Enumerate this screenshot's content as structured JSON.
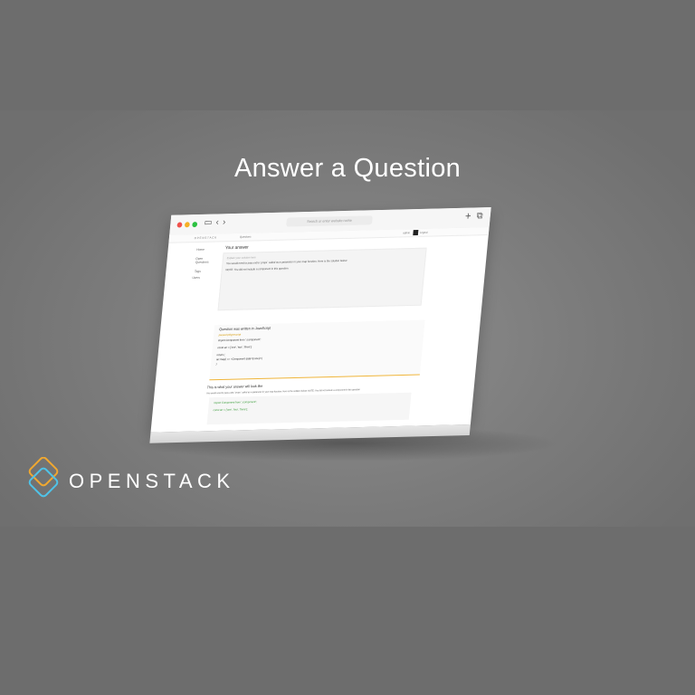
{
  "headline": "Answer a Question",
  "brand": {
    "name": "OPENSTACK",
    "colors": [
      "#f0a830",
      "#4fc3e8"
    ]
  },
  "browser": {
    "url_placeholder": "Search or enter website name",
    "tabs": {
      "brand": "OPENSTACK",
      "questions": "Questions",
      "user": "admin",
      "logout": "Logout"
    },
    "sidebar": [
      "Home",
      "Open Questions",
      "Tags",
      "Users"
    ]
  },
  "page": {
    "your_answer_title": "Your answer",
    "answer_hint": "Explain your solution here",
    "answer_line1": "You would need to pass extra `props` called as a parameter in your map function. Here is the solution below:",
    "answer_line2": "NOTE: You did not include a component in this question",
    "question_title": "Question was written in JavaScript",
    "code": [
      "javascript/typescript",
      "import Component from './component';",
      "const arr = ['one', 'two', 'three'];",
      "return (",
      "  arr.map(i => <Component data={i.one}/>)",
      ")"
    ],
    "look_title": "This is what your answer will look like",
    "look_note": "You would need to pass extra `props` called as a parameter in your map function. Here is the solution below: NOTE: You did not include a component in this question",
    "preview_code": [
      "import Component from './component';",
      "const arr = ['one', 'two', 'three'];"
    ]
  }
}
